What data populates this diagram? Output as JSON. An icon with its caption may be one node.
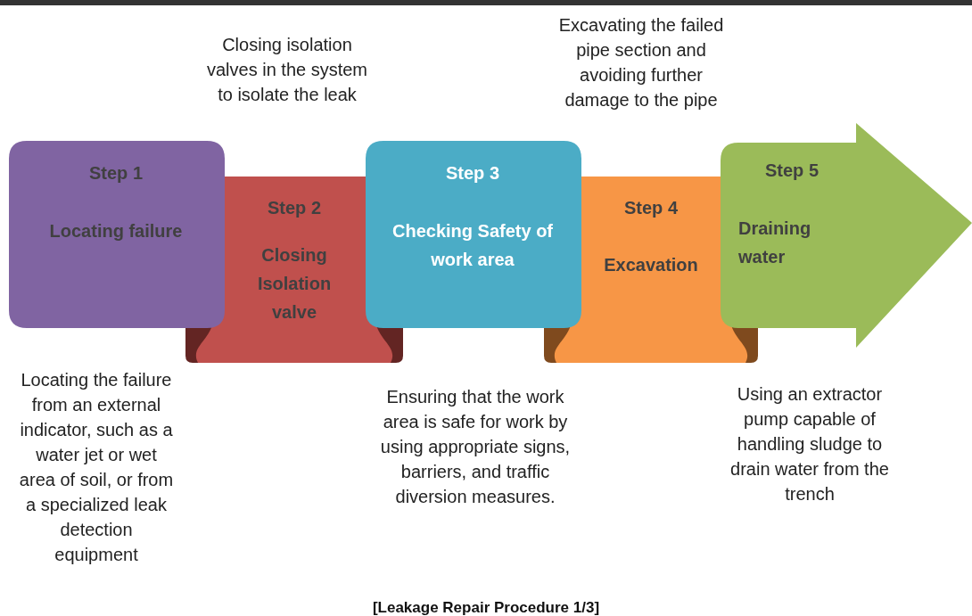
{
  "diagram": {
    "caption": "[Leakage Repair Procedure 1/3]",
    "nodes": [
      {
        "text": [
          "Step 1",
          "Locating failure"
        ]
      },
      {
        "text": [
          "Step 2",
          "Closing Isolation valve"
        ]
      },
      {
        "text": [
          "Step 3",
          "Checking Safety of work area"
        ]
      },
      {
        "text": [
          "Step 4",
          "Excavation"
        ]
      },
      {
        "text": [
          "Step 5",
          "Draining water"
        ]
      }
    ],
    "labels": [
      "Closing isolation valves in the system to isolate the leak",
      "Excavating the failed pipe section and avoiding further damage to the pipe",
      "Locating the failure from an external indicator, such as a water jet or wet area of soil, or from a specialized leak detection equipment",
      "Ensuring that the work area is safe for work by using appropriate signs, barriers, and traffic diversion measures.",
      "Using an extractor pump capable of handling sludge to drain water from the trench"
    ]
  }
}
